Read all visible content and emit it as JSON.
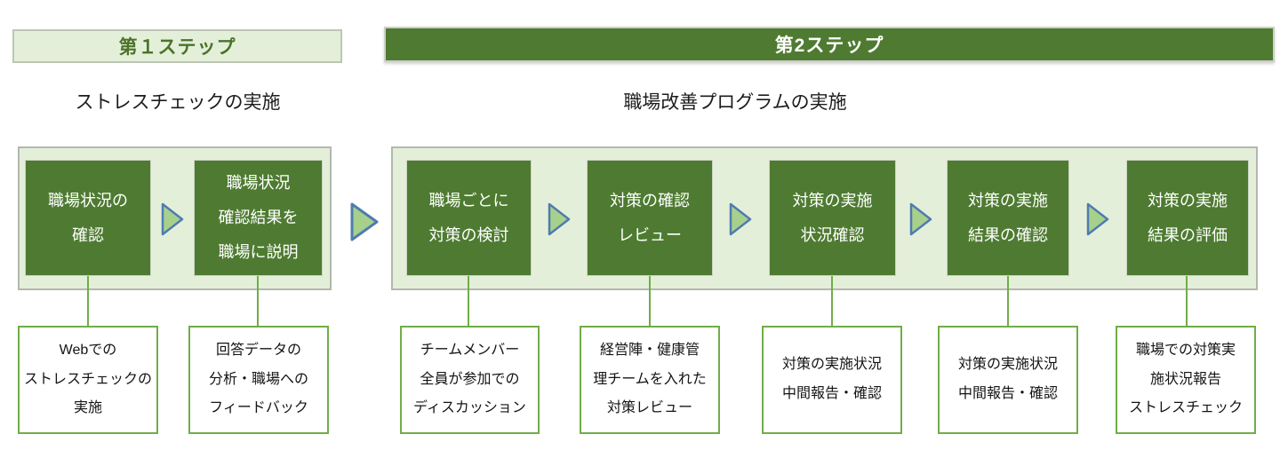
{
  "diagram_title": "",
  "colors": {
    "dark_green": "#4e7b31",
    "light_green_fill": "#e4efda",
    "detail_border_green": "#70ad47",
    "arrow_fill": "#a8d08d",
    "arrow_border": "#4f7cae",
    "container_border": "#b3b8ae",
    "step1_banner_text": "#4a7329",
    "step2_banner_text": "#ffffff"
  },
  "steps": [
    {
      "banner": "第１ステップ",
      "subtitle": "ストレスチェックの実施",
      "boxes": [
        {
          "label": "職場状況の\n確認",
          "detail": "Webでの\nストレスチェックの\n実施"
        },
        {
          "label": "職場状況\n確認結果を\n職場に説明",
          "detail": "回答データの\n分析・職場への\nフィードバック"
        }
      ]
    },
    {
      "banner": "第2ステップ",
      "subtitle": "職場改善プログラムの実施",
      "boxes": [
        {
          "label": "職場ごとに\n対策の検討",
          "detail": "チームメンバー\n全員が参加での\nディスカッション"
        },
        {
          "label": "対策の確認\nレビュー",
          "detail": "経営陣・健康管\n理チームを入れた\n対策レビュー"
        },
        {
          "label": "対策の実施\n状況確認",
          "detail": "対策の実施状況\n中間報告・確認"
        },
        {
          "label": "対策の実施\n結果の確認",
          "detail": "対策の実施状況\n中間報告・確認"
        },
        {
          "label": "対策の実施\n結果の評価",
          "detail": "職場での対策実\n施状況報告\nストレスチェック"
        }
      ]
    }
  ]
}
